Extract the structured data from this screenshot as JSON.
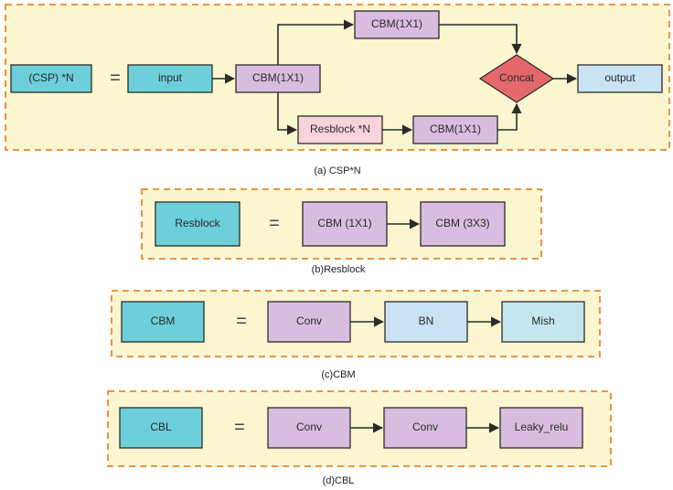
{
  "colors": {
    "panel_fill": "#fbf6cf",
    "panel_border": "#e8872d",
    "teal": "#6dcfd9",
    "purple": "#d9bde0",
    "light_blue": "#c9e3f5",
    "pink": "#f8d3dc",
    "concat_red": "#e4686a"
  },
  "panel_a": {
    "lhs": "(CSP)  *N",
    "equals": "=",
    "input": "input",
    "cbm_main": "CBM(1X1)",
    "cbm_top": "CBM(1X1)",
    "resblock": "Resblock *N",
    "cbm_bottom": "CBM(1X1)",
    "concat": "Concat",
    "output": "output",
    "caption": "(a) CSP*N"
  },
  "panel_b": {
    "lhs": "Resblock",
    "equals": "=",
    "box1": "CBM (1X1)",
    "box2": "CBM (3X3)",
    "caption": "(b)Resblock"
  },
  "panel_c": {
    "lhs": "CBM",
    "equals": "=",
    "box1": "Conv",
    "box2": "BN",
    "box3": "Mish",
    "caption": "(c)CBM"
  },
  "panel_d": {
    "lhs": "CBL",
    "equals": "=",
    "box1": "Conv",
    "box2": "Conv",
    "box3": "Leaky_relu",
    "caption": "(d)CBL"
  }
}
